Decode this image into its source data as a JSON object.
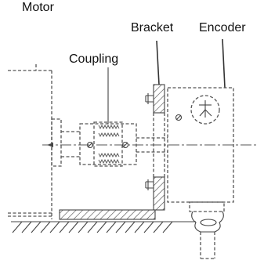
{
  "labels": {
    "motor": "Motor",
    "coupling": "Coupling",
    "bracket": "Bracket",
    "encoder": "Encoder"
  },
  "colors": {
    "line": "#444444",
    "text": "#111111",
    "background": "#ffffff"
  }
}
